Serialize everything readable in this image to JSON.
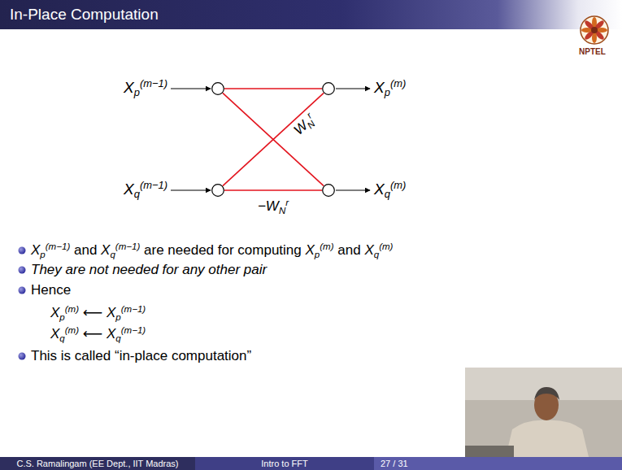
{
  "diagram": {
    "title": "In-Place Computation",
    "nodes": [
      {
        "text": [
          "Xp(m−1)"
        ]
      },
      {
        "text": [
          "Xp(m)"
        ]
      },
      {
        "text": [
          "Xq(m−1)"
        ]
      },
      {
        "text": [
          "Xq(m)"
        ]
      }
    ],
    "edges": [
      {
        "from": 0,
        "to": 1,
        "arrow": "none"
      },
      {
        "from": 0,
        "to": 3,
        "arrow": "none"
      },
      {
        "from": 2,
        "to": 1,
        "label": "WNr",
        "arrow": "none"
      },
      {
        "from": 2,
        "to": 3,
        "label": "−WNr",
        "arrow": "none"
      }
    ],
    "labels": [
      "NPTEL",
      "Xp(m−1) and Xq(m−1) are needed for computing Xp(m) and Xq(m)",
      "They are not needed for any other pair",
      "Hence",
      "Xp(m) ⟵ Xp(m−1)",
      "Xq(m) ⟵ Xq(m−1)",
      "This is called “in-place computation”",
      "C.S. Ramalingam (EE Dept., IIT Madras)",
      "Intro to FFT",
      "27 / 31"
    ]
  }
}
